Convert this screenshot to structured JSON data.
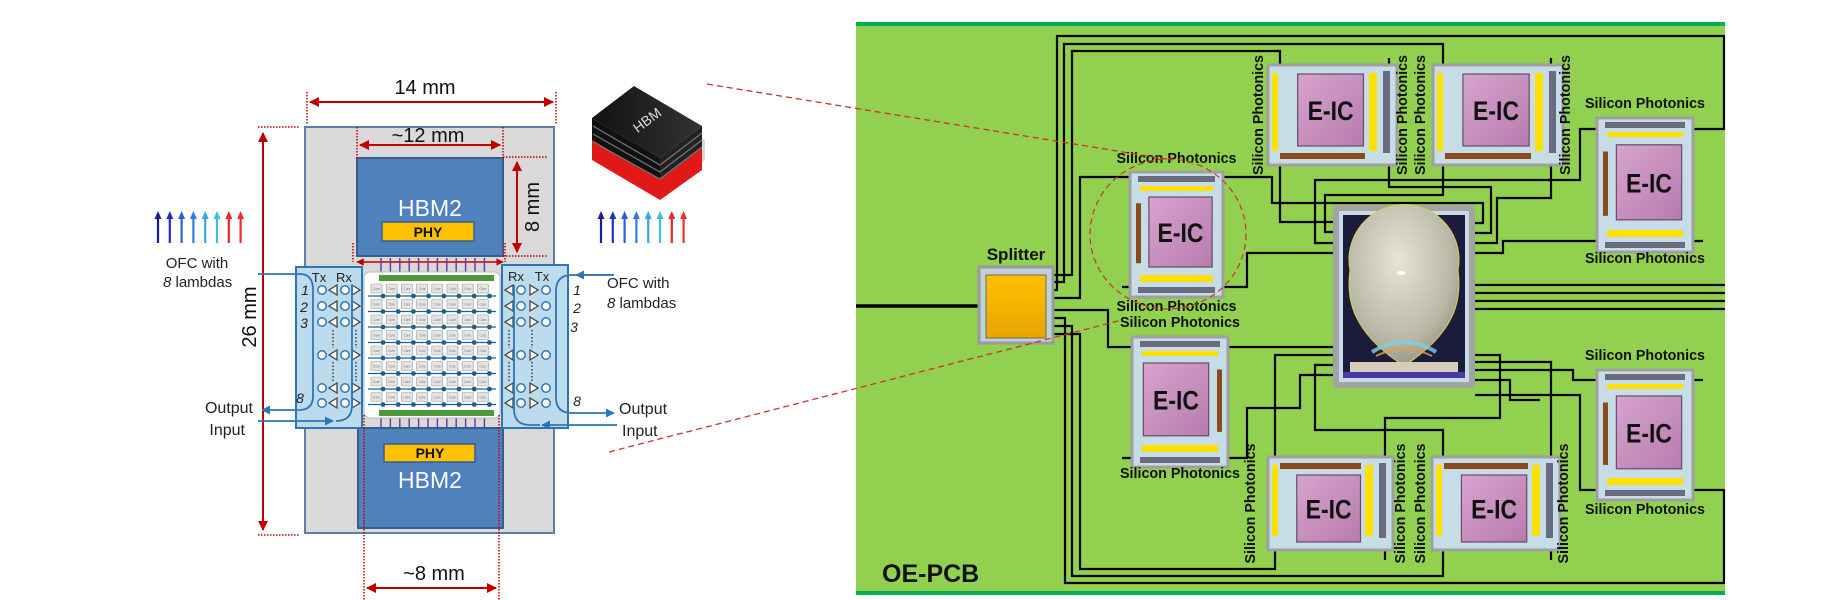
{
  "left_diagram": {
    "dim_width": "14 mm",
    "dim_inner_width": "~12 mm",
    "dim_hbm_height": "8 mm",
    "dim_height": "26 mm",
    "dim_core_width": "~8 mm",
    "hbm_top": "HBM2",
    "hbm_bottom": "HBM2",
    "phy_top": "PHY",
    "phy_bottom": "PHY",
    "hbm_stack_label": "HBM",
    "core_label": "Core",
    "left_port": {
      "tx": "Tx",
      "rx": "Rx",
      "channels": [
        "1",
        "2",
        "3",
        "8"
      ],
      "ofc_line1": "OFC with",
      "ofc_count": "8",
      "ofc_rest": " lambdas",
      "output": "Output",
      "input": "Input"
    },
    "right_port": {
      "tx": "Tx",
      "rx": "Rx",
      "channels": [
        "1",
        "2",
        "3",
        "8"
      ],
      "ofc_line1": "OFC with",
      "ofc_count": "8",
      "ofc_rest": " lambdas",
      "output": "Output",
      "input": "Input"
    },
    "lambda_colors": [
      "#1a1a9c",
      "#1f2fc0",
      "#2f5fd8",
      "#3478e0",
      "#33a6e6",
      "#3dbce8",
      "#e02828",
      "#e83030"
    ]
  },
  "right_panel": {
    "board_label": "OE-PCB",
    "splitter_label": "Splitter",
    "chip_label": "E-IC",
    "photonics_label": "Silicon Photonics"
  },
  "colors": {
    "pcb_green": "#92d050",
    "pcb_edge": "#00b050",
    "hbm_blue": "#4f81bd",
    "phy_yellow": "#ffc000",
    "dimension_red": "#c00000",
    "photonic_block": "#bcdcee",
    "waveguide_blue": "#2e75b6",
    "eic_pink": "#c98fc0"
  }
}
